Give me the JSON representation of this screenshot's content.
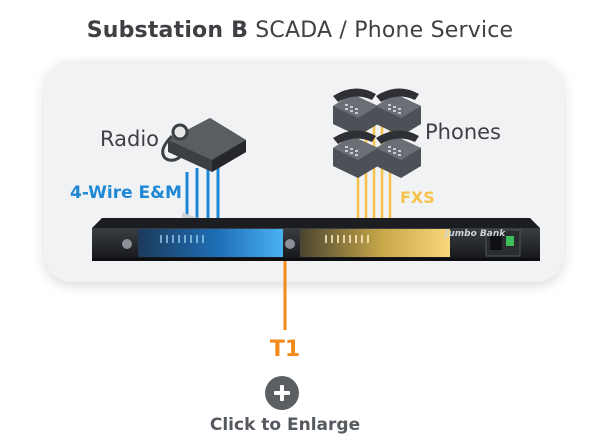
{
  "title": {
    "bold": "Substation B",
    "rest": " SCADA / Phone Service"
  },
  "labels": {
    "radio": "Radio",
    "phones": "Phones",
    "four_wire": "4-Wire E&M",
    "fxs": "FXS",
    "t1": "T1",
    "enlarge": "Click to Enlarge"
  },
  "device": {
    "logo": "Jumbo Bank"
  },
  "colors": {
    "blue": "#1e88d6",
    "yellow": "#f5c24a",
    "orange": "#f28a1e",
    "text": "#3f4044"
  },
  "icons": [
    "radio-icon",
    "phone-icon",
    "plus-icon"
  ]
}
